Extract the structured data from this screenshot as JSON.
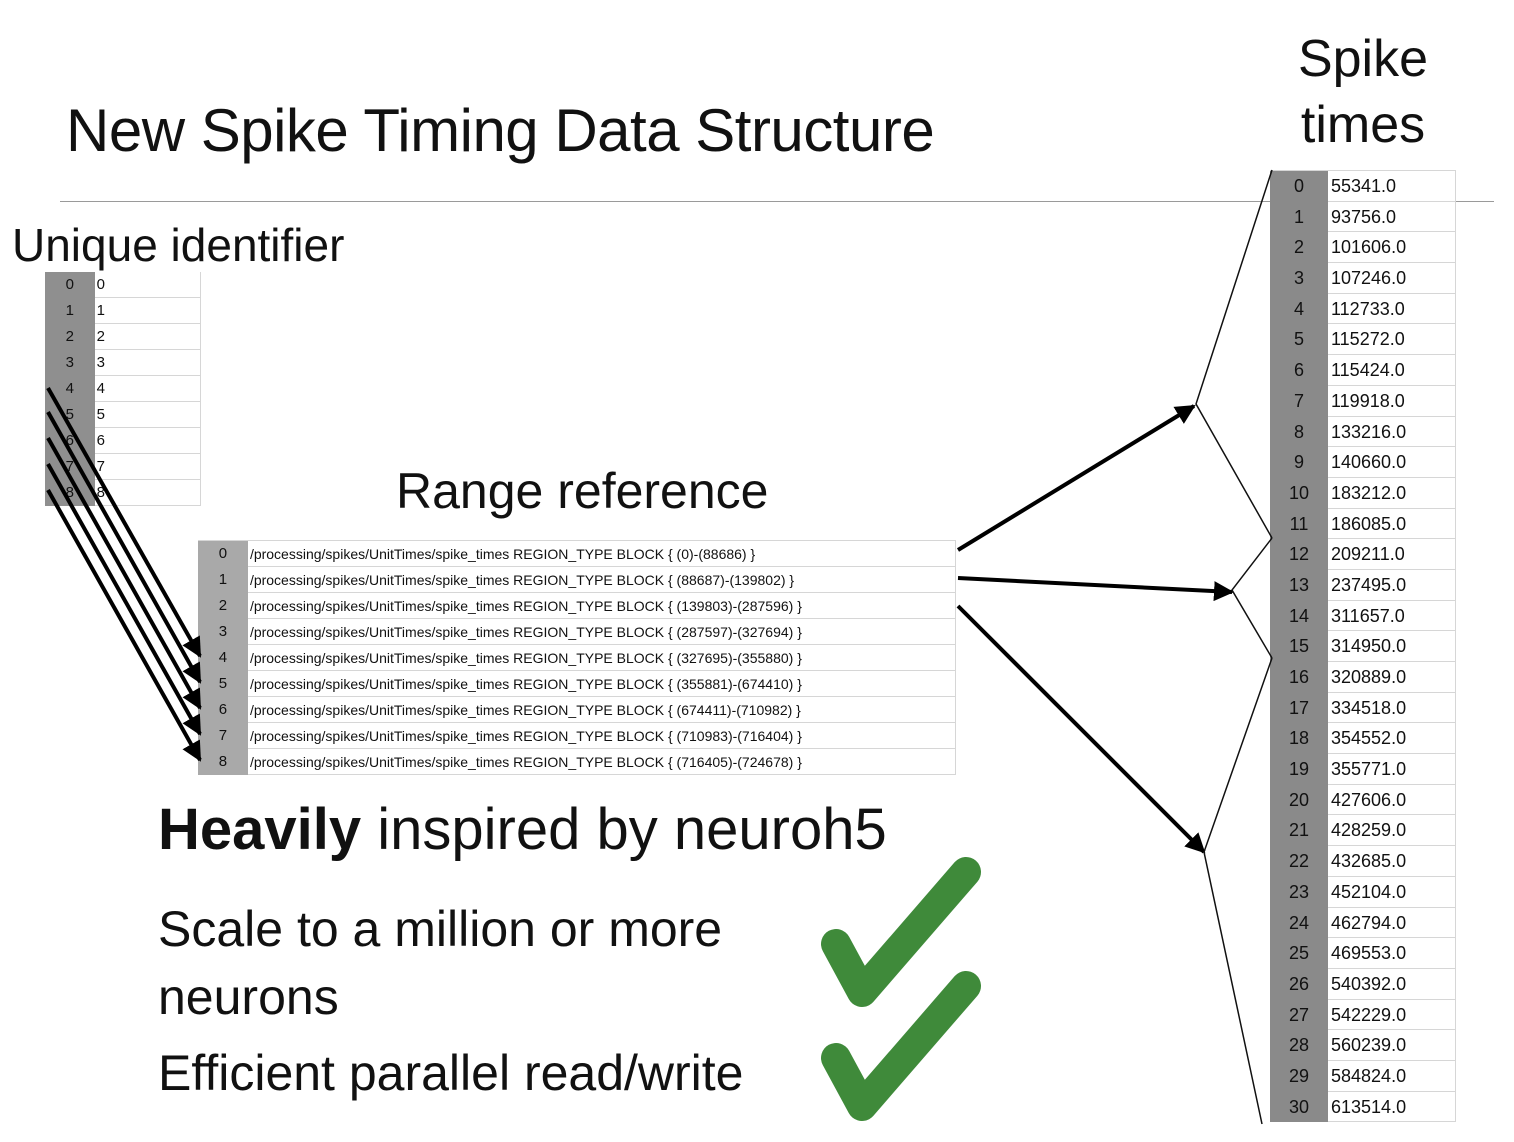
{
  "title": "New Spike Timing Data Structure",
  "labels": {
    "unique_identifier": "Unique identifier",
    "range_reference": "Range reference",
    "spike_times_line1": "Spike",
    "spike_times_line2": "times"
  },
  "unique_identifier_table": [
    {
      "index": "0",
      "value": "0"
    },
    {
      "index": "1",
      "value": "1"
    },
    {
      "index": "2",
      "value": "2"
    },
    {
      "index": "3",
      "value": "3"
    },
    {
      "index": "4",
      "value": "4"
    },
    {
      "index": "5",
      "value": "5"
    },
    {
      "index": "6",
      "value": "6"
    },
    {
      "index": "7",
      "value": "7"
    },
    {
      "index": "8",
      "value": "8"
    }
  ],
  "range_reference_table": [
    {
      "index": "0",
      "value": "/processing/spikes/UnitTimes/spike_times REGION_TYPE BLOCK { (0)-(88686) }"
    },
    {
      "index": "1",
      "value": "/processing/spikes/UnitTimes/spike_times REGION_TYPE BLOCK { (88687)-(139802) }"
    },
    {
      "index": "2",
      "value": "/processing/spikes/UnitTimes/spike_times REGION_TYPE BLOCK { (139803)-(287596) }"
    },
    {
      "index": "3",
      "value": "/processing/spikes/UnitTimes/spike_times REGION_TYPE BLOCK { (287597)-(327694) }"
    },
    {
      "index": "4",
      "value": "/processing/spikes/UnitTimes/spike_times REGION_TYPE BLOCK { (327695)-(355880) }"
    },
    {
      "index": "5",
      "value": "/processing/spikes/UnitTimes/spike_times REGION_TYPE BLOCK { (355881)-(674410) }"
    },
    {
      "index": "6",
      "value": "/processing/spikes/UnitTimes/spike_times REGION_TYPE BLOCK { (674411)-(710982) }"
    },
    {
      "index": "7",
      "value": "/processing/spikes/UnitTimes/spike_times REGION_TYPE BLOCK { (710983)-(716404) }"
    },
    {
      "index": "8",
      "value": "/processing/spikes/UnitTimes/spike_times REGION_TYPE BLOCK { (716405)-(724678) }"
    }
  ],
  "spike_times_table": [
    {
      "index": "0",
      "value": "55341.0"
    },
    {
      "index": "1",
      "value": "93756.0"
    },
    {
      "index": "2",
      "value": "101606.0"
    },
    {
      "index": "3",
      "value": "107246.0"
    },
    {
      "index": "4",
      "value": "112733.0"
    },
    {
      "index": "5",
      "value": "115272.0"
    },
    {
      "index": "6",
      "value": "115424.0"
    },
    {
      "index": "7",
      "value": "119918.0"
    },
    {
      "index": "8",
      "value": "133216.0"
    },
    {
      "index": "9",
      "value": "140660.0"
    },
    {
      "index": "10",
      "value": "183212.0"
    },
    {
      "index": "11",
      "value": "186085.0"
    },
    {
      "index": "12",
      "value": "209211.0"
    },
    {
      "index": "13",
      "value": "237495.0"
    },
    {
      "index": "14",
      "value": "311657.0"
    },
    {
      "index": "15",
      "value": "314950.0"
    },
    {
      "index": "16",
      "value": "320889.0"
    },
    {
      "index": "17",
      "value": "334518.0"
    },
    {
      "index": "18",
      "value": "354552.0"
    },
    {
      "index": "19",
      "value": "355771.0"
    },
    {
      "index": "20",
      "value": "427606.0"
    },
    {
      "index": "21",
      "value": "428259.0"
    },
    {
      "index": "22",
      "value": "432685.0"
    },
    {
      "index": "23",
      "value": "452104.0"
    },
    {
      "index": "24",
      "value": "462794.0"
    },
    {
      "index": "25",
      "value": "469553.0"
    },
    {
      "index": "26",
      "value": "540392.0"
    },
    {
      "index": "27",
      "value": "542229.0"
    },
    {
      "index": "28",
      "value": "560239.0"
    },
    {
      "index": "29",
      "value": "584824.0"
    },
    {
      "index": "30",
      "value": "613514.0"
    }
  ],
  "headline": {
    "bold": "Heavily",
    "rest": " inspired by neuroh5"
  },
  "bullets": [
    {
      "line1": "Scale to a million or more",
      "line2": "neurons",
      "icon": "checkmark-icon"
    },
    {
      "line1": "Efficient parallel read/write",
      "icon": "checkmark-icon"
    }
  ],
  "colors": {
    "checkmark": "#3f8a3a",
    "index_cell": "#8f8f8f",
    "rule": "#9a9a9a"
  }
}
